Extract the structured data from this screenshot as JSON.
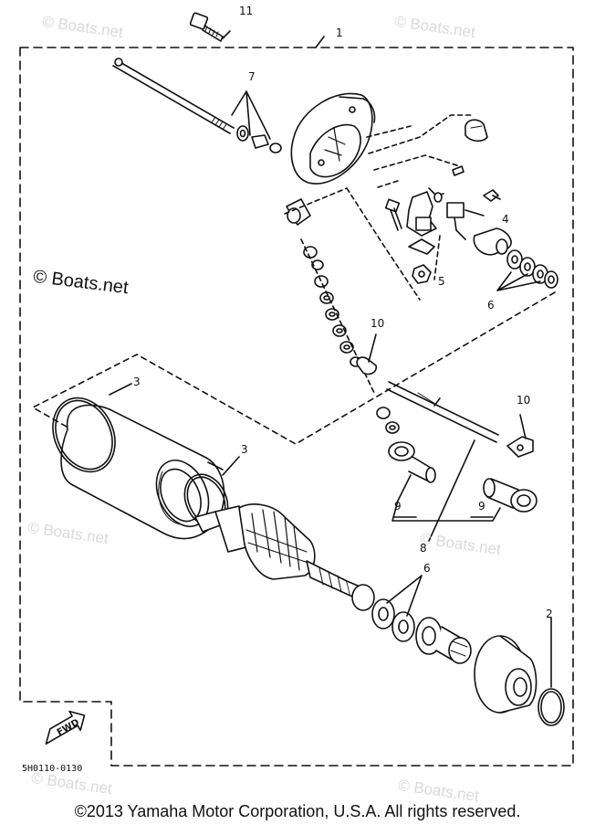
{
  "watermarks": {
    "main": "© Boats.net",
    "faint": [
      "© Boats.net",
      "© Boats.net",
      "© Boats.net",
      "© Boats.net",
      "© Boats.net",
      "© Boats.net"
    ]
  },
  "callouts": {
    "c1": "1",
    "c2": "2",
    "c3a": "3",
    "c3b": "3",
    "c4": "4",
    "c5": "5",
    "c6a": "6",
    "c6b": "6",
    "c7": "7",
    "c8": "8",
    "c9a": "9",
    "c9b": "9",
    "c10a": "10",
    "c10b": "10",
    "c11": "11"
  },
  "fwd_label": "FWD",
  "part_code": "5H0110-0130",
  "copyright": "©2013 Yamaha Motor Corporation, U.S.A. All rights reserved."
}
